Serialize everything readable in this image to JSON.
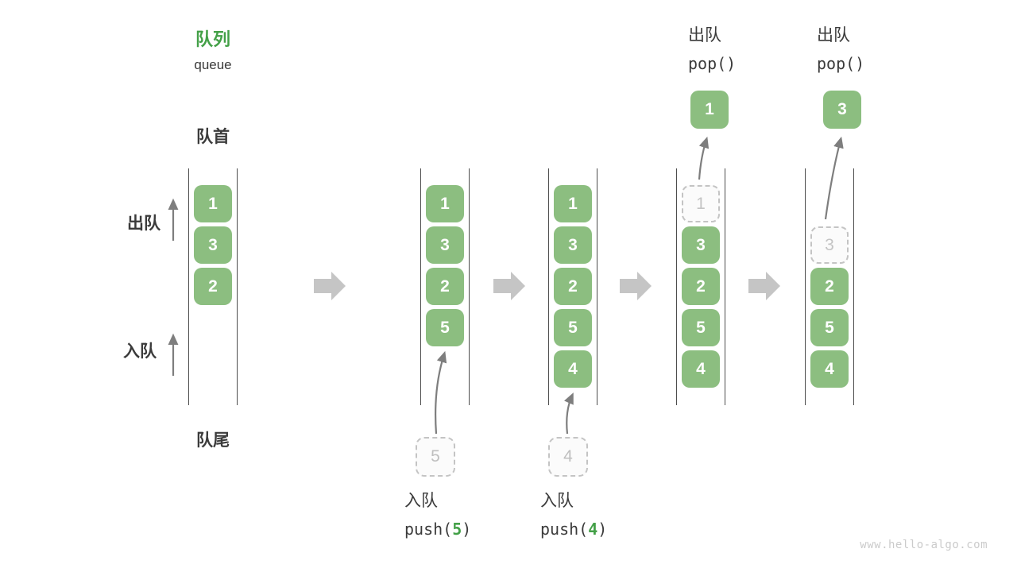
{
  "header": {
    "title_zh": "队列",
    "title_en": "queue"
  },
  "labels": {
    "front": "队首",
    "rear": "队尾",
    "dequeue_side": "出队",
    "enqueue_side": "入队"
  },
  "ops": {
    "push5": {
      "label": "入队",
      "code_pre": "push(",
      "arg": "5",
      "code_post": ")"
    },
    "push4": {
      "label": "入队",
      "code_pre": "push(",
      "arg": "4",
      "code_post": ")"
    },
    "pop1": {
      "label": "出队",
      "code": "pop()"
    },
    "pop3": {
      "label": "出队",
      "code": "pop()"
    }
  },
  "diagram": {
    "columns": [
      {
        "slots": [
          {
            "type": "solid",
            "value": "1"
          },
          {
            "type": "solid",
            "value": "3"
          },
          {
            "type": "solid",
            "value": "2"
          }
        ]
      },
      {
        "slots": [
          {
            "type": "solid",
            "value": "1"
          },
          {
            "type": "solid",
            "value": "3"
          },
          {
            "type": "solid",
            "value": "2"
          },
          {
            "type": "solid",
            "value": "5"
          }
        ],
        "pending_value": "5"
      },
      {
        "slots": [
          {
            "type": "solid",
            "value": "1"
          },
          {
            "type": "solid",
            "value": "3"
          },
          {
            "type": "solid",
            "value": "2"
          },
          {
            "type": "solid",
            "value": "5"
          },
          {
            "type": "solid",
            "value": "4"
          }
        ],
        "pending_value": "4"
      },
      {
        "slots": [
          {
            "type": "dashed",
            "value": "1"
          },
          {
            "type": "solid",
            "value": "3"
          },
          {
            "type": "solid",
            "value": "2"
          },
          {
            "type": "solid",
            "value": "5"
          },
          {
            "type": "solid",
            "value": "4"
          }
        ],
        "popped_value": "1"
      },
      {
        "slots": [
          {
            "type": "empty",
            "value": ""
          },
          {
            "type": "dashed",
            "value": "3"
          },
          {
            "type": "solid",
            "value": "2"
          },
          {
            "type": "solid",
            "value": "5"
          },
          {
            "type": "solid",
            "value": "4"
          }
        ],
        "popped_value": "3"
      }
    ]
  },
  "colors": {
    "accent_green": "#43A047",
    "box_green": "#8CBE80",
    "block_arrow_gray": "#c5c5c5",
    "thin_arrow_gray": "#7e7e7e",
    "column_line_gray": "#4d4d4d",
    "dashed_gray": "#c4c4c4",
    "text_dark": "#3b3b3b",
    "watermark_gray": "#cbcbcb"
  },
  "watermark": "www.hello-algo.com"
}
